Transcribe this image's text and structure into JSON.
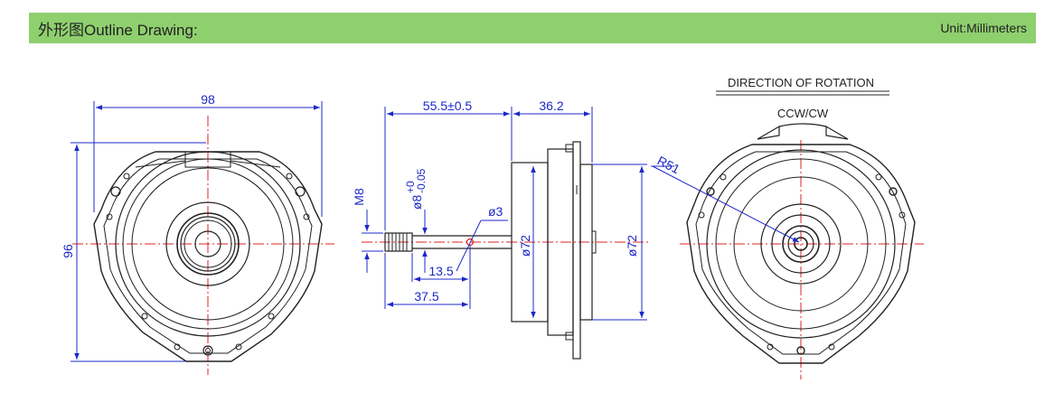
{
  "header": {
    "title": "外形图Outline Drawing:",
    "unit": "Unit:Millimeters",
    "bar_color": "#8fd06e"
  },
  "front_view": {
    "width_label": "98",
    "height_label": "96"
  },
  "side_view": {
    "length_label": "55.5±0.5",
    "body_label": "36.2",
    "thread_label": "M8",
    "shaft_label": "ø8+0-0.05",
    "shaft_diameter_main": "ø8",
    "shaft_tol_upper": "+0",
    "shaft_tol_lower": "-0.05",
    "hole_label": "ø3",
    "hole_pos_label": "13.5",
    "shaft_length_label": "37.5",
    "body_diameter_label": "ø72",
    "flange_diameter_label": "ø72"
  },
  "rear_view": {
    "direction_title": "DIRECTION OF ROTATION",
    "rotation_label": "CCW/CW",
    "radius_label": "R51"
  },
  "colors": {
    "dimension": "#1c28c8",
    "centerline": "#e02020",
    "outline": "#222222"
  }
}
